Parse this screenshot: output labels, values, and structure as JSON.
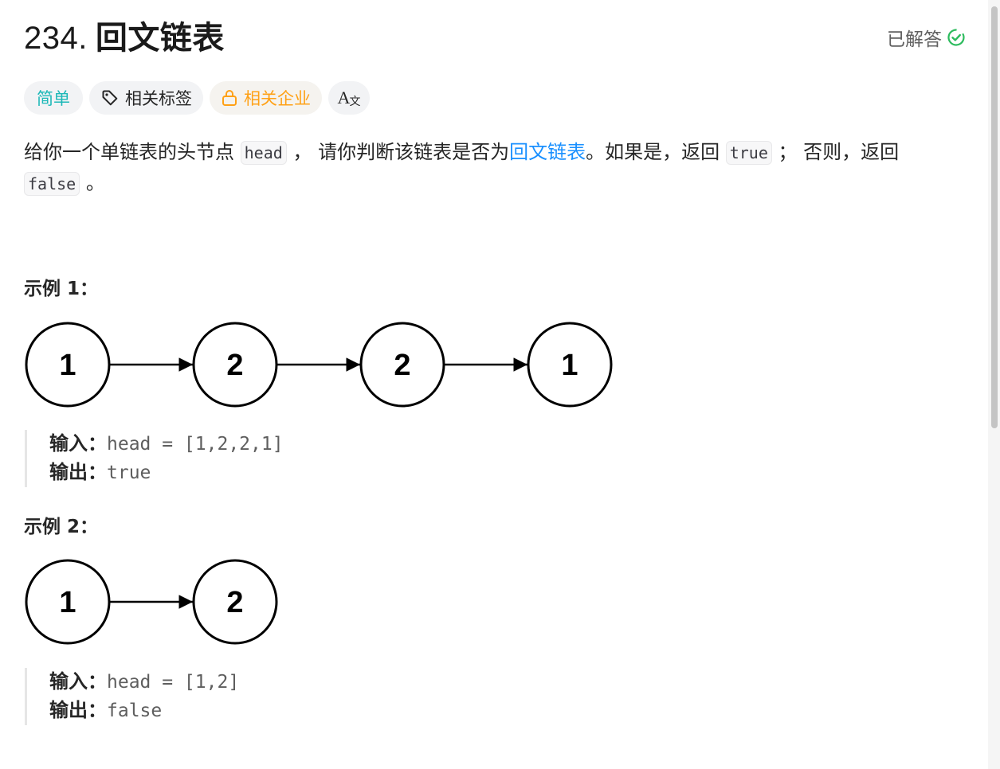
{
  "problem": {
    "number": "234.",
    "title": "回文链表",
    "status": "已解答"
  },
  "tags": {
    "difficulty": "简单",
    "topics": "相关标签",
    "companies": "相关企业",
    "translate": "A",
    "translate_sub": "文"
  },
  "description": {
    "part1": "给你一个单链表的头节点 ",
    "code_head": "head",
    "part2": " ，  请你判断该链表是否为",
    "link": "回文链表",
    "part3": "。如果是，返回 ",
    "code_true": "true",
    "part4": " ；  否则，返回 ",
    "code_false": "false",
    "part5": " 。"
  },
  "examples": [
    {
      "title": "示例 1：",
      "nodes": [
        "1",
        "2",
        "2",
        "1"
      ],
      "input_label": "输入：",
      "input_value": "head = [1,2,2,1]",
      "output_label": "输出：",
      "output_value": "true"
    },
    {
      "title": "示例 2：",
      "nodes": [
        "1",
        "2"
      ],
      "input_label": "输入：",
      "input_value": "head = [1,2]",
      "output_label": "输出：",
      "output_value": "false"
    }
  ],
  "colors": {
    "accent_link": "#1a90ff",
    "easy": "#1cb8b8",
    "company": "#ffa116",
    "solved_check": "#2cbb5d"
  }
}
